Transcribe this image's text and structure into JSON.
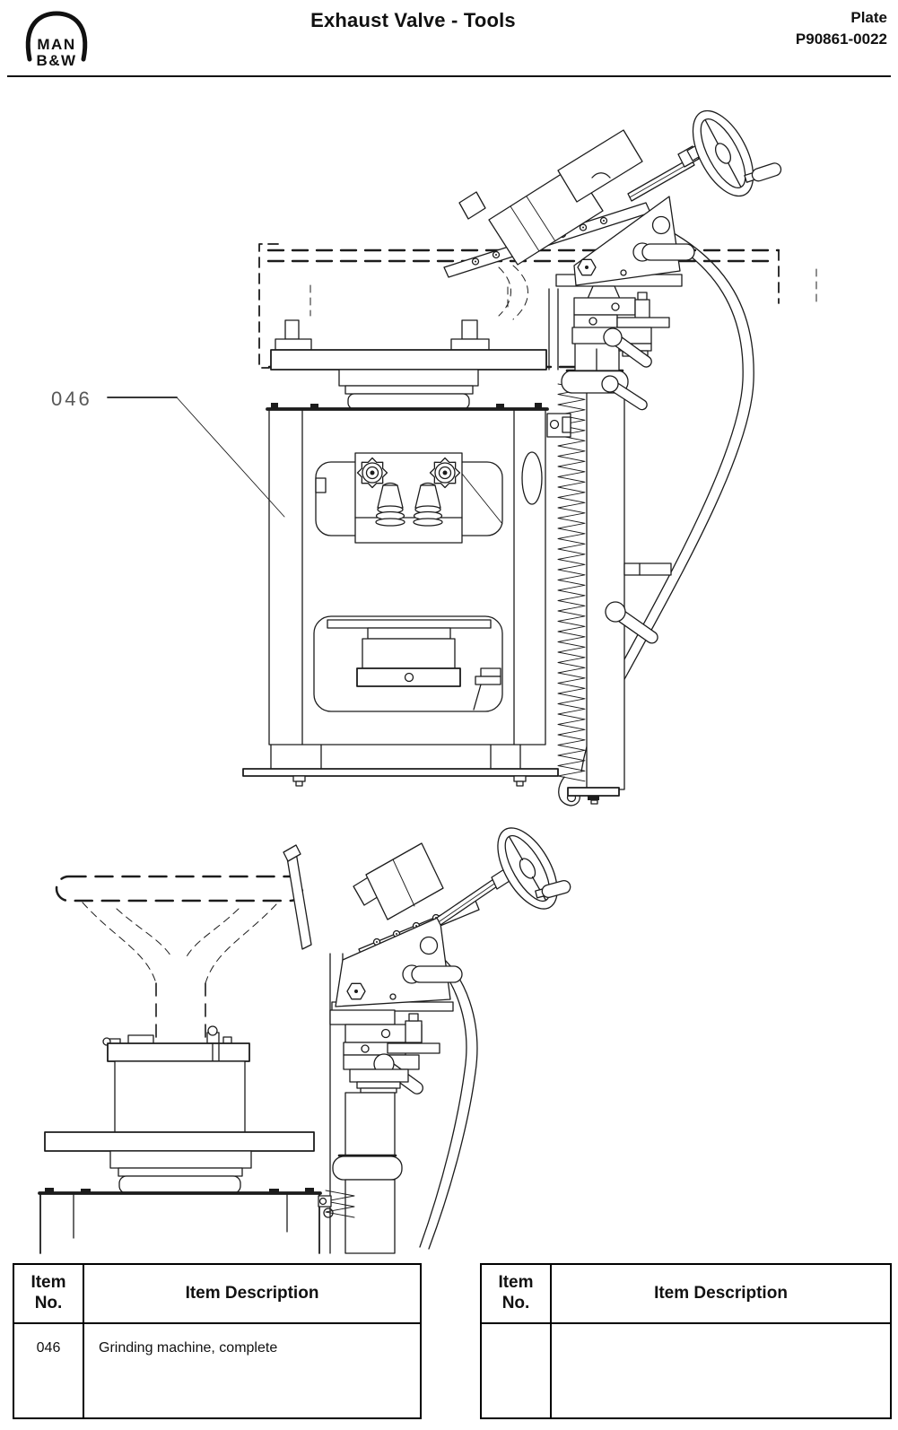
{
  "header": {
    "logo": {
      "line1": "MAN",
      "line2": "B&W"
    },
    "title": "Exhaust Valve - Tools",
    "plate": {
      "label": "Plate",
      "number": "P90861-0022"
    }
  },
  "drawing": {
    "description": "Two views of the exhaust valve grinding machine",
    "callout": {
      "label": "046"
    }
  },
  "parts_tables": [
    {
      "headers": {
        "item_no": "Item\nNo.",
        "description": "Item Description"
      },
      "rows": [
        {
          "item_no": "046",
          "description": "Grinding machine, complete"
        }
      ]
    },
    {
      "headers": {
        "item_no": "Item\nNo.",
        "description": "Item Description"
      },
      "rows": [
        {
          "item_no": "",
          "description": ""
        }
      ]
    }
  ]
}
